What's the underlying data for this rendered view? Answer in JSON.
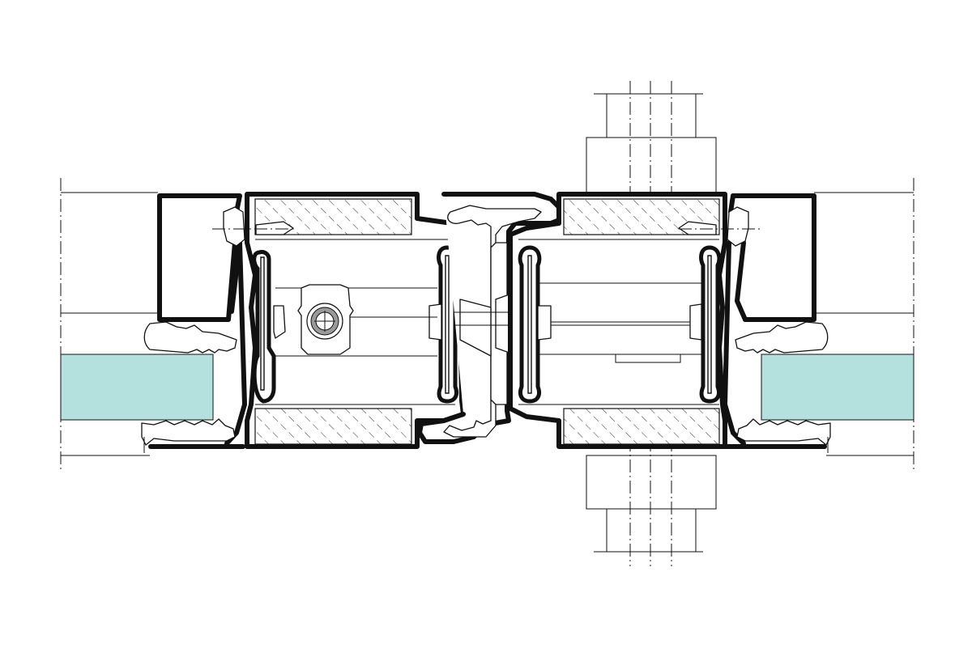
{
  "drawing": {
    "kind": "technical section drawing",
    "colors": {
      "line": "#111111",
      "glass_fill": "#b4e0dd",
      "background": "#ffffff",
      "bolt_ring": "#9a9a9a"
    },
    "elements": [
      "left-glass-pane",
      "right-glass-pane",
      "left-aluminium-profile",
      "right-aluminium-profile",
      "thermal-insulation-blocks",
      "glazing-gaskets",
      "center-thermal-break",
      "hinge-bolt",
      "fastener-axis"
    ]
  }
}
